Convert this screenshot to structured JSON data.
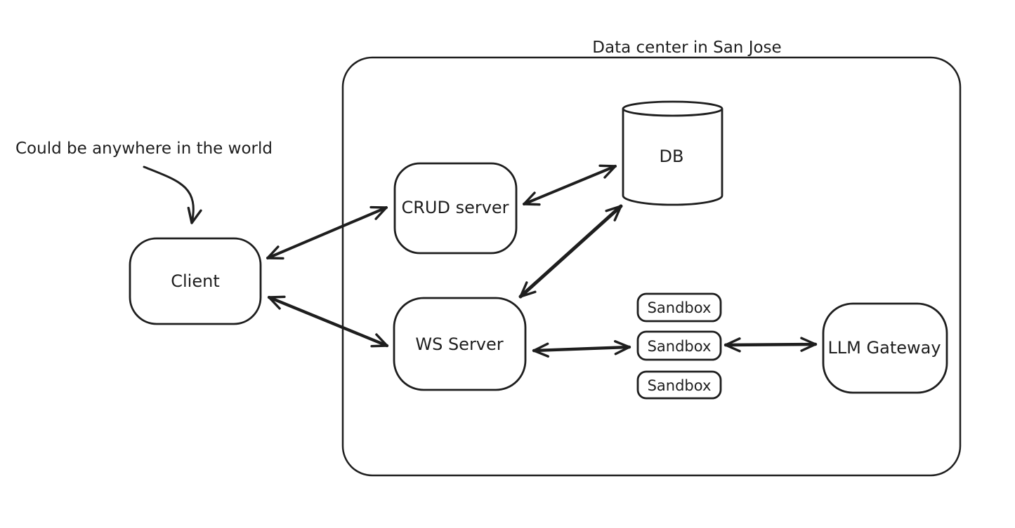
{
  "diagram": {
    "title": "Data center in San Jose",
    "annotation": "Could be anywhere in the world",
    "nodes": {
      "client": {
        "label": "Client",
        "shape": "rounded-rect"
      },
      "crud_server": {
        "label": "CRUD server",
        "shape": "rounded-rect"
      },
      "db": {
        "label": "DB",
        "shape": "cylinder"
      },
      "ws_server": {
        "label": "WS Server",
        "shape": "rounded-rect"
      },
      "sandbox_1": {
        "label": "Sandbox",
        "shape": "rounded-rect"
      },
      "sandbox_2": {
        "label": "Sandbox",
        "shape": "rounded-rect"
      },
      "sandbox_3": {
        "label": "Sandbox",
        "shape": "rounded-rect"
      },
      "llm_gateway": {
        "label": "LLM Gateway",
        "shape": "rounded-rect"
      }
    },
    "edges": [
      {
        "from": "Client",
        "to": "CRUD server",
        "bidirectional": true
      },
      {
        "from": "Client",
        "to": "WS Server",
        "bidirectional": true
      },
      {
        "from": "CRUD server",
        "to": "DB",
        "bidirectional": true
      },
      {
        "from": "WS Server",
        "to": "DB",
        "bidirectional": true
      },
      {
        "from": "WS Server",
        "to": "Sandbox",
        "bidirectional": true
      },
      {
        "from": "Sandbox",
        "to": "LLM Gateway",
        "bidirectional": true
      },
      {
        "from": "annotation",
        "to": "Client",
        "bidirectional": false
      }
    ],
    "groups": [
      {
        "label": "Data center in San Jose",
        "contains": [
          "CRUD server",
          "DB",
          "WS Server",
          "Sandbox",
          "LLM Gateway"
        ]
      }
    ],
    "colors": {
      "stroke": "#1e1e1e",
      "background": "#ffffff"
    }
  }
}
